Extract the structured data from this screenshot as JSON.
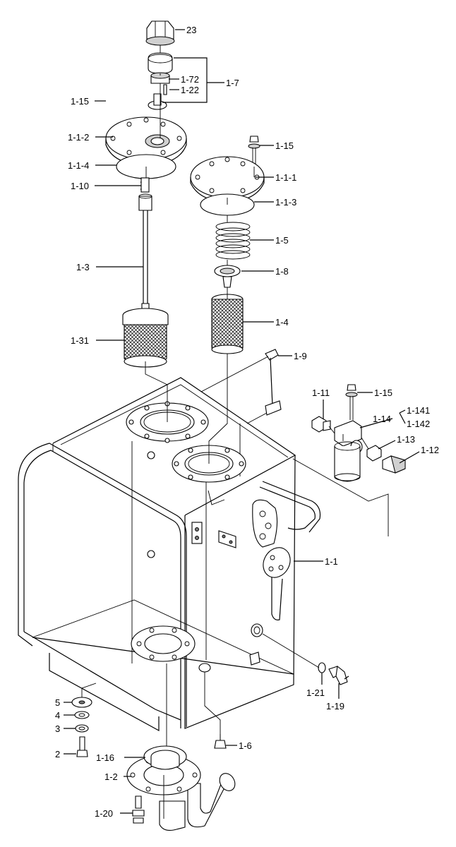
{
  "diagram": {
    "callouts": {
      "p23": "23",
      "p1_72": "1-72",
      "p1_22": "1-22",
      "p1_7": "1-7",
      "p1_15_top": "1-15",
      "p1_1_2": "1-1-2",
      "p1_1_4": "1-1-4",
      "p1_10": "1-10",
      "p1_15_right": "1-15",
      "p1_1_1": "1-1-1",
      "p1_1_3": "1-1-3",
      "p1_5": "1-5",
      "p1_3": "1-3",
      "p1_8": "1-8",
      "p1_4": "1-4",
      "p1_31": "1-31",
      "p1_9": "1-9",
      "p1_11": "1-11",
      "p1_15_filter": "1-15",
      "p1_141": "1-141",
      "p1_14": "1-14",
      "p1_142": "1-142",
      "p1_13": "1-13",
      "p1_12": "1-12",
      "p1_1": "1-1",
      "p1_21": "1-21",
      "p1_19": "1-19",
      "p5": "5",
      "p4": "4",
      "p3": "3",
      "p2": "2",
      "p1_6": "1-6",
      "p1_16": "1-16",
      "p1_2": "1-2",
      "p1_20": "1-20"
    }
  }
}
